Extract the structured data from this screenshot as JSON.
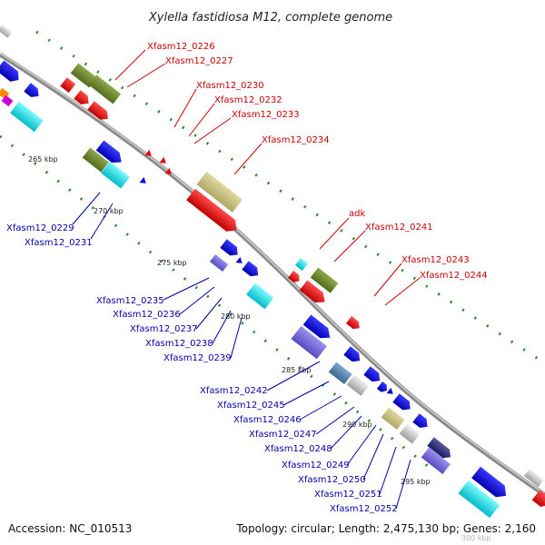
{
  "title": "Xylella fastidiosa M12, complete genome",
  "accession": "Accession: NC_010513",
  "topology": "Topology: circular; Length: 2,475,130 bp; Genes: 2,160",
  "colors": {
    "backbone": "#8a8a8a",
    "forward_label": "#cc0000",
    "reverse_label": "#0000aa",
    "tick": "#228b22"
  },
  "ticks": [
    "265 kbp",
    "270 kbp",
    "275 kbp",
    "280 kbp",
    "285 kbp",
    "290 kbp",
    "295 kbp",
    "300 kbp"
  ],
  "forward_genes": [
    "Xfasm12_0226",
    "Xfasm12_0227",
    "Xfasm12_0230",
    "Xfasm12_0232",
    "Xfasm12_0233",
    "Xfasm12_0234",
    "adk",
    "Xfasm12_0241",
    "Xfasm12_0243",
    "Xfasm12_0244"
  ],
  "reverse_genes": [
    "Xfasm12_0229",
    "Xfasm12_0231",
    "Xfasm12_0235",
    "Xfasm12_0236",
    "Xfasm12_0237",
    "Xfasm12_0238",
    "Xfasm12_0239",
    "Xfasm12_0242",
    "Xfasm12_0245",
    "Xfasm12_0246",
    "Xfasm12_0247",
    "Xfasm12_0248",
    "Xfasm12_0249",
    "Xfasm12_0250",
    "Xfasm12_0251",
    "Xfasm12_0252"
  ]
}
